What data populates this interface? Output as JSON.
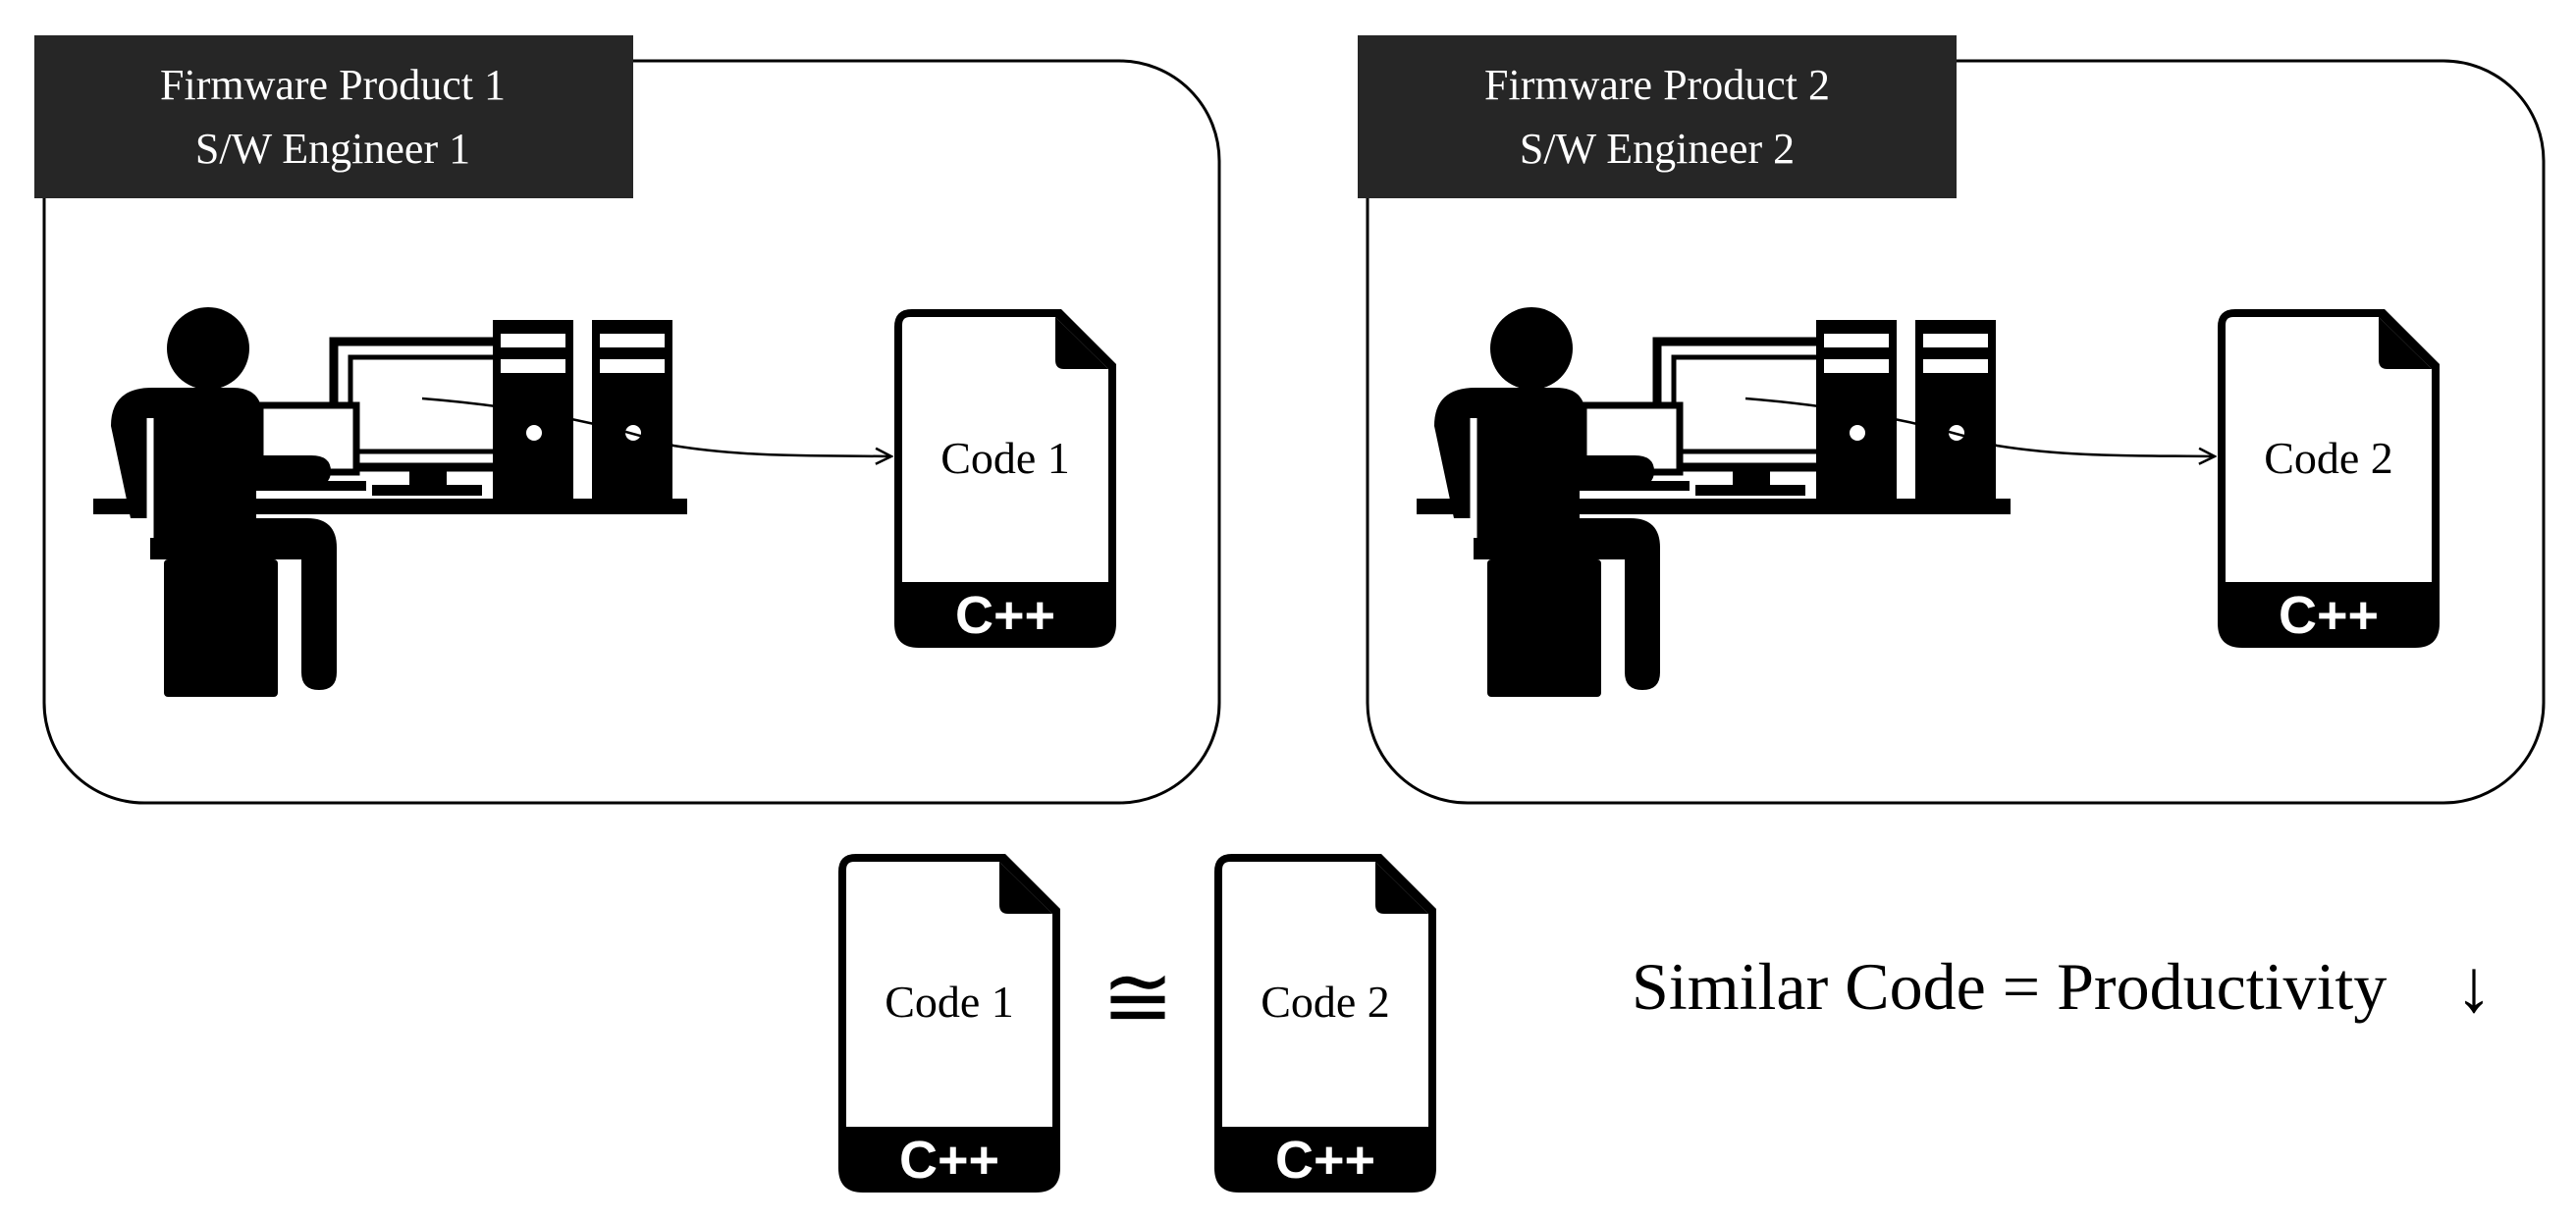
{
  "panels": [
    {
      "header_line1": "Firmware  Product  1",
      "header_line2": "S/W Engineer  1",
      "code_label": "Code  1",
      "lang": "C++"
    },
    {
      "header_line1": "Firmware  Product  2",
      "header_line2": "S/W Engineer  2",
      "code_label": "Code  2",
      "lang": "C++"
    }
  ],
  "comparison": {
    "left_code": "Code  1",
    "right_code": "Code  2",
    "left_lang": "C++",
    "right_lang": "C++",
    "symbol": "≅"
  },
  "conclusion": "Similar Code = Productivity",
  "conclusion_arrow": "↓",
  "icons": [
    "engineer-workstation-icon",
    "code-file-icon",
    "arrow-icon",
    "down-arrow-icon"
  ],
  "colors": {
    "ink": "#000000",
    "header_bg": "#262626",
    "header_text": "#ffffff",
    "paper": "#ffffff"
  }
}
